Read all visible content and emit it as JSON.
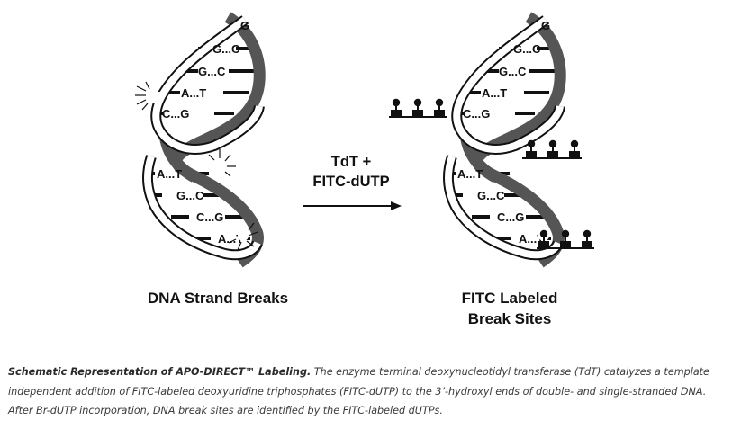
{
  "left_panel": {
    "label": "DNA Strand Breaks",
    "top_base": "G",
    "base_pairs": [
      "G...C",
      "G...C",
      "A...T",
      "C...G",
      "A...T",
      "G...C",
      "C...G",
      "A...T"
    ]
  },
  "arrow": {
    "line1": "TdT +",
    "line2": "FITC-dUTP"
  },
  "right_panel": {
    "label_line1": "FITC Labeled",
    "label_line2": "Break Sites",
    "top_base": "G",
    "base_pairs": [
      "G...C",
      "G...C",
      "A...T",
      "C...G",
      "A...T",
      "G...C",
      "C...G",
      "A...T"
    ]
  },
  "caption": {
    "title": "Schematic Representation of APO-DIRECT™ Labeling.",
    "body": " The enzyme terminal deoxynucleotidyl transferase (TdT) catalyzes a template independent addition of FITC-labeled deoxyuridine triphosphates (FITC-dUTP) to the 3’-hydroxyl ends of double- and single-stranded DNA. After Br-dUTP incorporation, DNA break sites are identified by the FITC-labeled dUTPs."
  },
  "colors": {
    "strand": "#555555",
    "ink": "#111111",
    "caption": "#3a3a3a"
  }
}
